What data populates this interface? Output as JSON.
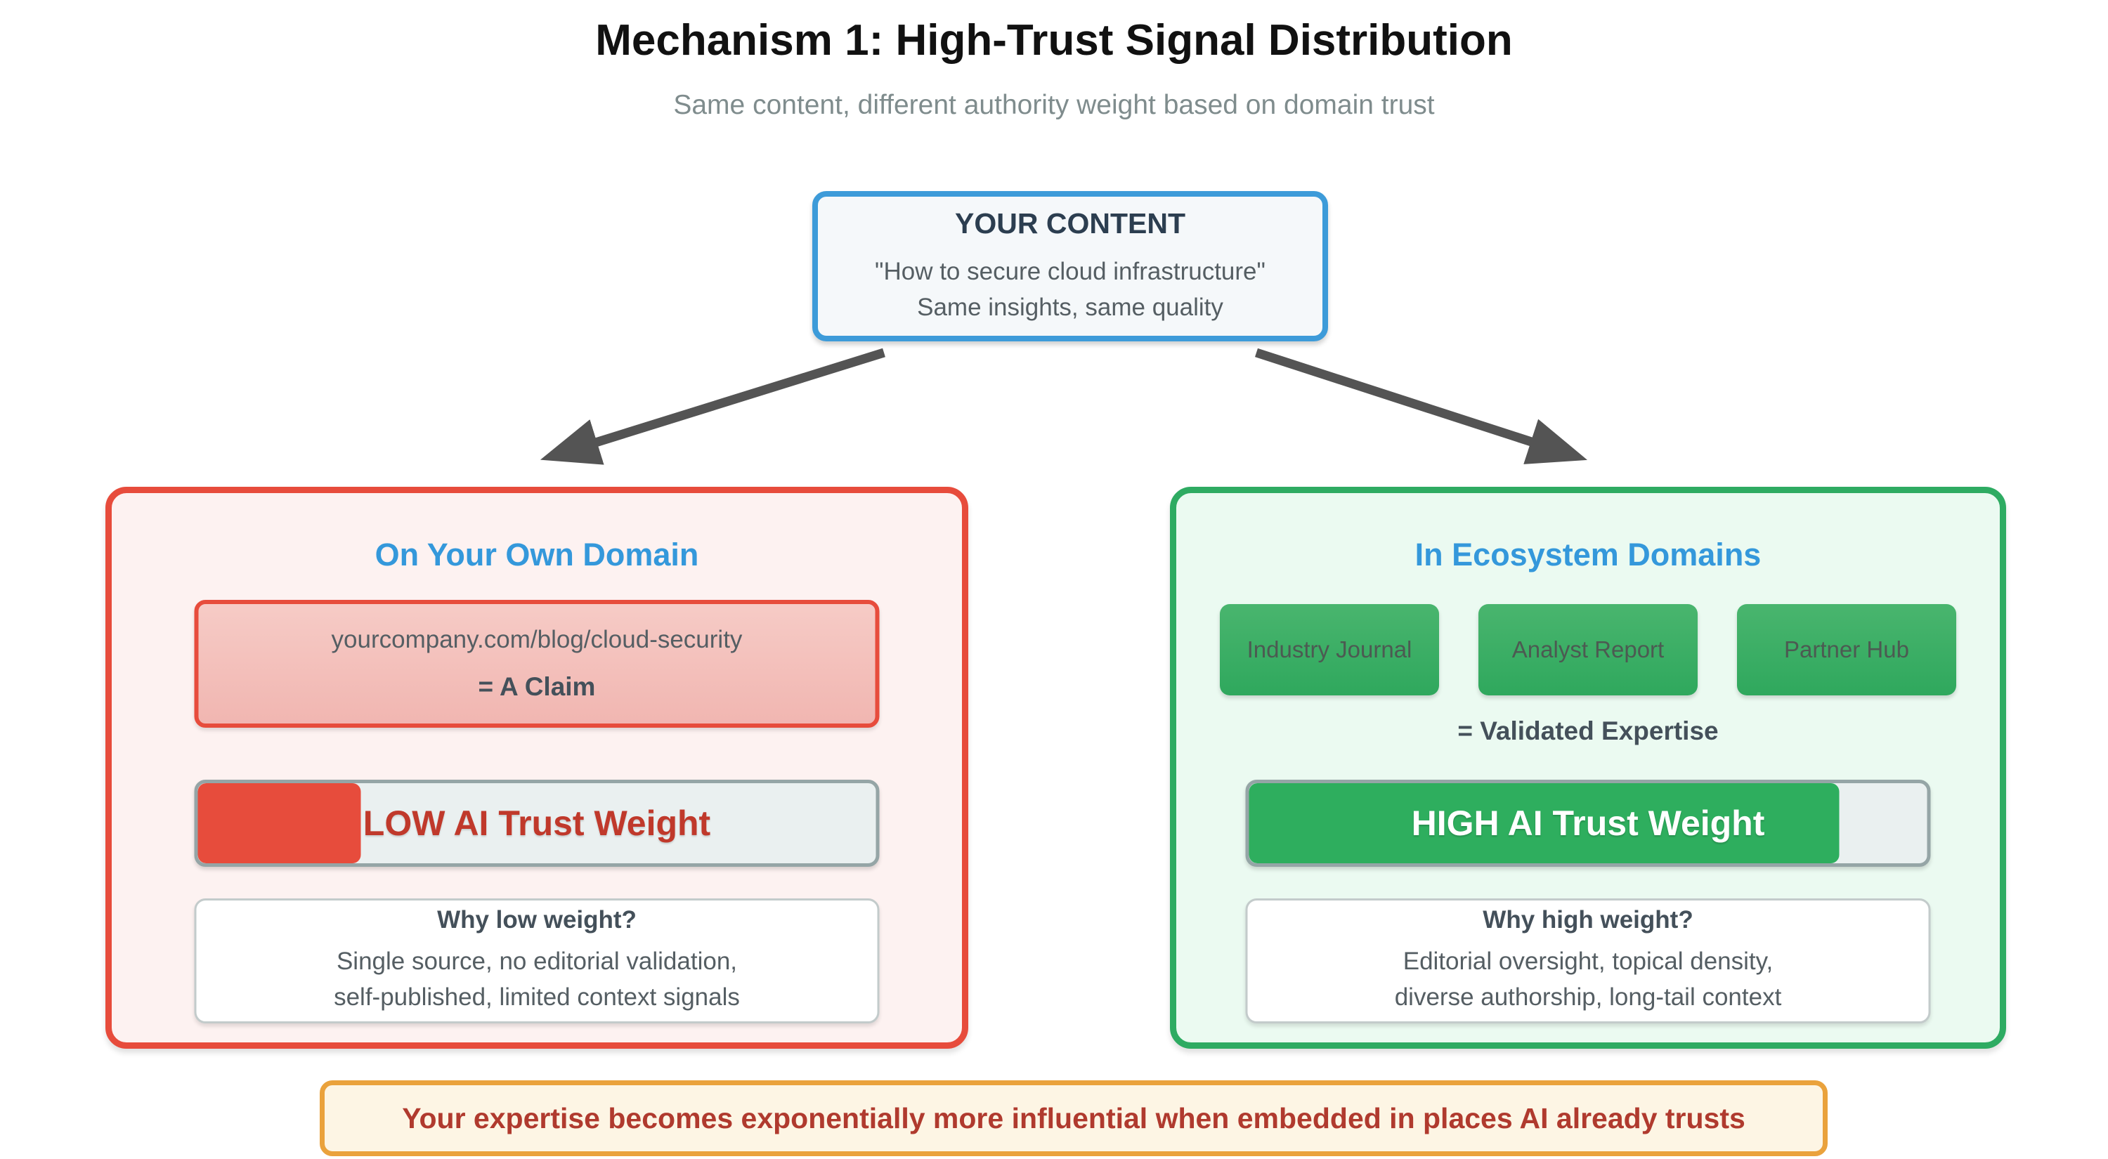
{
  "page": {
    "title": "Mechanism 1: High-Trust Signal Distribution",
    "subtitle": "Same content, different authority weight based on domain trust"
  },
  "content_box": {
    "title": "YOUR CONTENT",
    "line1": "\"How to secure cloud infrastructure\"",
    "line2": "Same insights, same quality"
  },
  "left_panel": {
    "title": "On Your Own Domain",
    "claim": {
      "url": "yourcompany.com/blog/cloud-security",
      "label": "= A Claim"
    },
    "trust_bar": {
      "label": "LOW AI Trust Weight",
      "fill_percent": 24
    },
    "why": {
      "title": "Why low weight?",
      "line1": "Single source, no editorial validation,",
      "line2": "self-published, limited context signals"
    }
  },
  "right_panel": {
    "title": "In Ecosystem Domains",
    "chips": [
      {
        "label": "Industry Journal"
      },
      {
        "label": "Analyst Report"
      },
      {
        "label": "Partner Hub"
      }
    ],
    "equals_label": "= Validated Expertise",
    "trust_bar": {
      "label": "HIGH AI Trust Weight",
      "fill_percent": 87
    },
    "why": {
      "title": "Why high weight?",
      "line1": "Editorial oversight, topical density,",
      "line2": "diverse authorship, long-tail context"
    }
  },
  "banner": {
    "text": "Your expertise becomes exponentially more influential when embedded in places AI already trusts"
  },
  "colors": {
    "content_border_blue": "#3d9bd9",
    "panel_title_blue": "#3498db",
    "red_accent": "#e74c3c",
    "low_label_red": "#c0392b",
    "green_accent": "#2eab62",
    "green_fill": "#2eae5e",
    "track_gray": "#eaf0f0",
    "track_border_gray": "#95a5a6",
    "banner_border_orange": "#eaa23c",
    "banner_bg_cream": "#fdf5e4",
    "banner_text_red": "#b03a2e",
    "arrow_gray": "#545454"
  }
}
